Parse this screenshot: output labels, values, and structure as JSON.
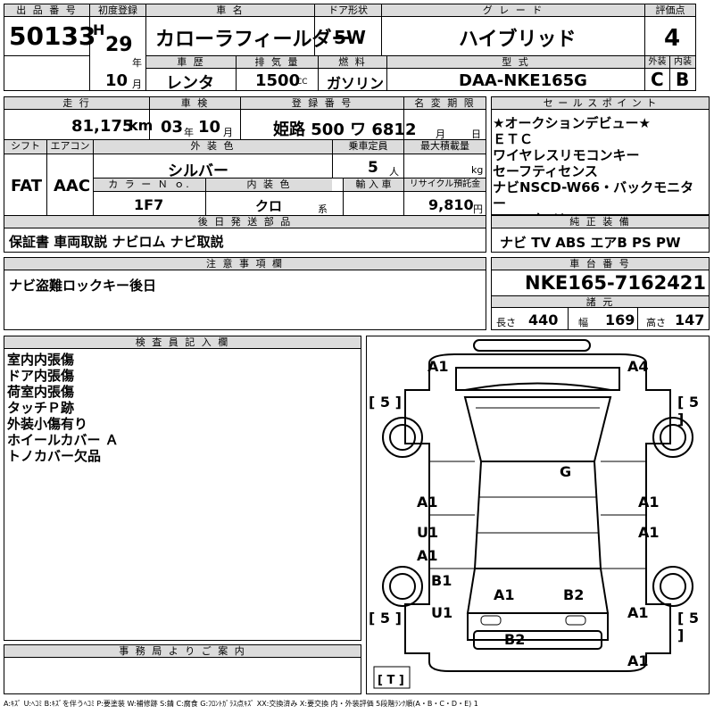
{
  "header": {
    "labels": {
      "lot_no": "出 品 番 号",
      "first_reg": "初度登録",
      "car_name": "車 名",
      "door": "ドア形状",
      "grade": "グ レ ー ド",
      "score": "評価点",
      "history": "車 歴",
      "displacement": "排 気 量",
      "fuel": "燃 料",
      "model": "型 式",
      "exterior": "外装",
      "interior": "内装"
    },
    "lot_no": "50133",
    "era": "H",
    "year": "29",
    "year_unit": "年",
    "month": "10",
    "month_unit": "月",
    "car_name": "カローラフィールダー",
    "door": "5W",
    "grade": "ハイブリッド",
    "score": "4",
    "history": "レンタ",
    "displacement": "1500",
    "displacement_unit": "CC",
    "fuel": "ガソリン",
    "model": "DAA-NKE165G",
    "exterior_grade": "C",
    "interior_grade": "B"
  },
  "row2": {
    "labels": {
      "mileage": "走 行",
      "inspection": "車 検",
      "registration": "登 録 番 号",
      "name_change": "名 変 期 限",
      "sales_point": "セ ー ル ス ポ イ ン ト"
    },
    "mileage": "81,175",
    "mileage_unit": "km",
    "inspection_year": "03",
    "inspection_year_unit": "年",
    "inspection_month": "10",
    "inspection_month_unit": "月",
    "registration": "姫路 500 ワ 6812",
    "name_change_month": "月",
    "name_change_day": "日"
  },
  "sales_points": [
    "★オークションデビュー★",
    "ＥＴＣ",
    "ワイヤレスリモコンキー",
    "セーフティセンス",
    "ナビNSCD-W66・バックモニター",
    "スペアタイヤ"
  ],
  "row3": {
    "labels": {
      "shift": "シフト",
      "aircon": "エアコン",
      "ext_color": "外 装 色",
      "capacity": "乗車定員",
      "max_load": "最大積載量",
      "color_no": "カ ラ ー Ｎ ｏ.",
      "int_color": "内 装 色",
      "import": "輸 入 車",
      "recycle": "リサイクル預託金"
    },
    "shift": "FAT",
    "aircon": "AAC",
    "ext_color": "シルバー",
    "capacity": "5",
    "capacity_unit": "人",
    "max_load_unit": "kg",
    "color_no": "1F7",
    "int_color": "クロ",
    "int_color_unit": "系",
    "recycle": "9,810",
    "recycle_unit": "円"
  },
  "delivery": {
    "label": "後 日 発 送 部 品",
    "value": "保証書 車両取説 ナビロム ナビ取説"
  },
  "equipment": {
    "label": "純 正 装 備",
    "value": "ナビ TV ABS エアB PS PW"
  },
  "notes": {
    "label": "注 意 事 項 欄",
    "value": "ナビ盗難ロックキー後日"
  },
  "chassis": {
    "label": "車 台 番 号",
    "value": "NKE165-7162421",
    "dims_label": "諸 元",
    "length_label": "長さ",
    "length": "440",
    "width_label": "幅",
    "width": "169",
    "height_label": "高さ",
    "height": "147"
  },
  "inspector": {
    "label": "検 査 員 記 入 欄",
    "items": [
      "室内内張傷",
      "ドア内張傷",
      "荷室内張傷",
      "タッチＰ跡",
      "外装小傷有り",
      "ホイールカバー Ａ",
      "トノカバー欠品"
    ]
  },
  "office": {
    "label": "事 務 局 よ り ご 案 内"
  },
  "diagram_marks": {
    "a1_fl": "A1",
    "a4_fr": "A4",
    "tire_fl": "[ 5 ]",
    "tire_fr": "[ 5 ]",
    "g_glass": "G",
    "a1_ld1": "A1",
    "a1_rd1": "A1",
    "u1_l": "U1",
    "a1_rd2": "A1",
    "a1_ld2": "A1",
    "b1_l": "B1",
    "a1_rq": "A1",
    "b2_rq": "B2",
    "u1_lr": "U1",
    "a1_rr": "A1",
    "tire_rl": "[ 5 ]",
    "tire_rr": "[ 5 ]",
    "b2_rear": "B2",
    "a1_rear": "A1",
    "trunk": "[ T ]"
  },
  "legend": "A:ｷｽﾞ U:ﾍｺﾐ B:ｷｽﾞを伴うﾍｺﾐ P:要塗装 W:補修跡 S:錆 C:腐食 G:ﾌﾛﾝﾄｶﾞﾗｽ点ｷｽﾞ XX:交換済み X:要交換 内・外装評価 5段階ﾗﾝｸ順(A・B・C・D・E) 1"
}
